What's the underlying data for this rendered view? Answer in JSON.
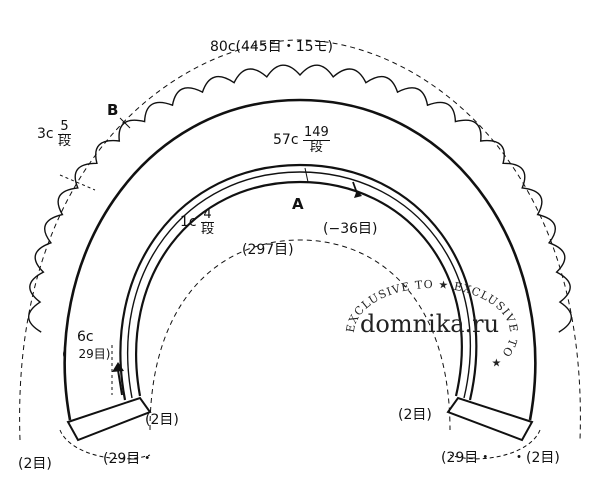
{
  "labels": {
    "total_width": "80c(445目・15モ)",
    "part_b": "B",
    "part_a": "A",
    "b_height_cm": "3c",
    "b_rows_top": "5",
    "b_rows_bottom": "段",
    "a_length_cm": "57c",
    "a_rows_top": "149",
    "a_rows_bottom": "段",
    "a_decrease": "(−36目)",
    "inner_rows_cm": "1c",
    "inner_rows_top": "4",
    "inner_rows_bottom": "段",
    "inner_stitches": "(297目)",
    "band_cm": "6c",
    "band_stitches": "29目)",
    "band_open_paren": "(",
    "left_2_upper": "(2目)",
    "left_2_lower": "(2目)",
    "left_29": "(29目・",
    "right_2_upper": "(2目)",
    "right_29": "(29目・",
    "right_2_lower": "・(2目)"
  },
  "watermark": {
    "site": "domnika.ru",
    "ring_text": "EXCLUSIVE TO ★ EXCLUSIVE TO ★"
  },
  "colors": {
    "line": "#111111",
    "background": "#ffffff"
  }
}
